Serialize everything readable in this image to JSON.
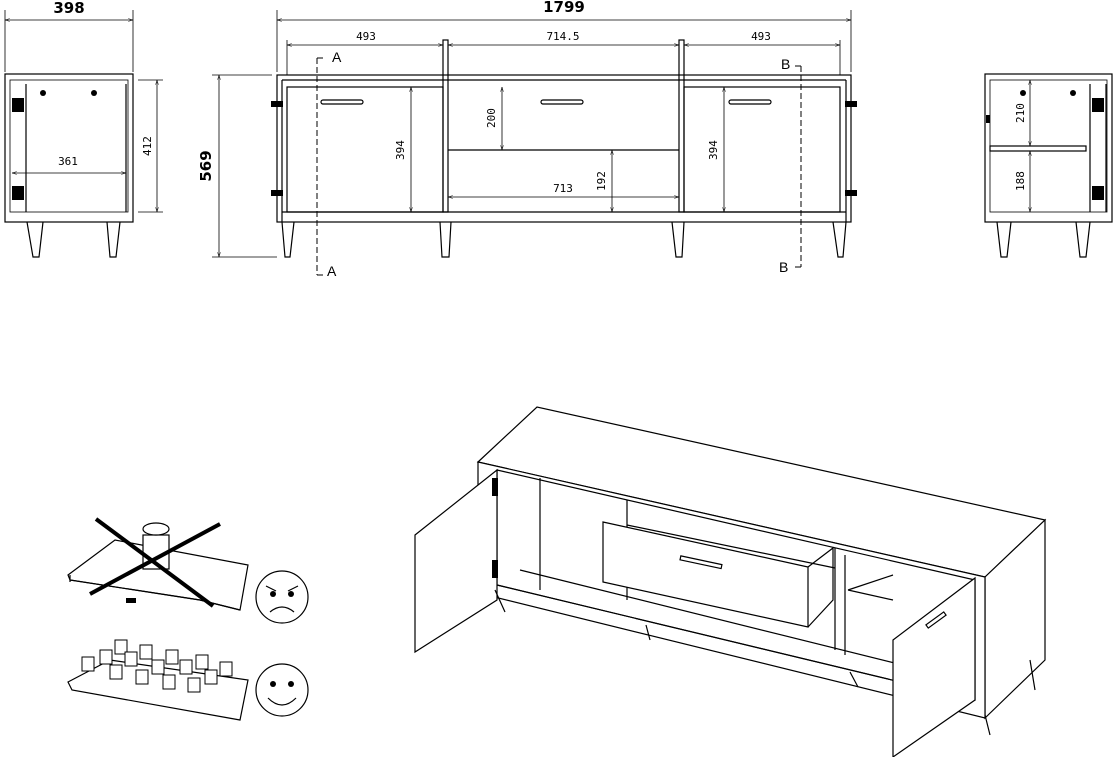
{
  "side_view_left": {
    "depth": "398",
    "inner_depth": "361",
    "inner_height": "412"
  },
  "front_view": {
    "total_width": "1799",
    "total_height": "569",
    "left_section_width": "493",
    "middle_section_width": "714.5",
    "right_section_width": "493",
    "left_door_height": "394",
    "drawer_height": "200",
    "shelf_height": "192",
    "shelf_width": "713",
    "right_door_height": "394",
    "section_a_label": "A",
    "section_b_label": "B"
  },
  "side_view_right": {
    "upper_height": "210",
    "lower_height": "188"
  },
  "icons": [
    "wrong-load-icon",
    "sad-face-icon",
    "correct-load-icon",
    "happy-face-icon"
  ]
}
